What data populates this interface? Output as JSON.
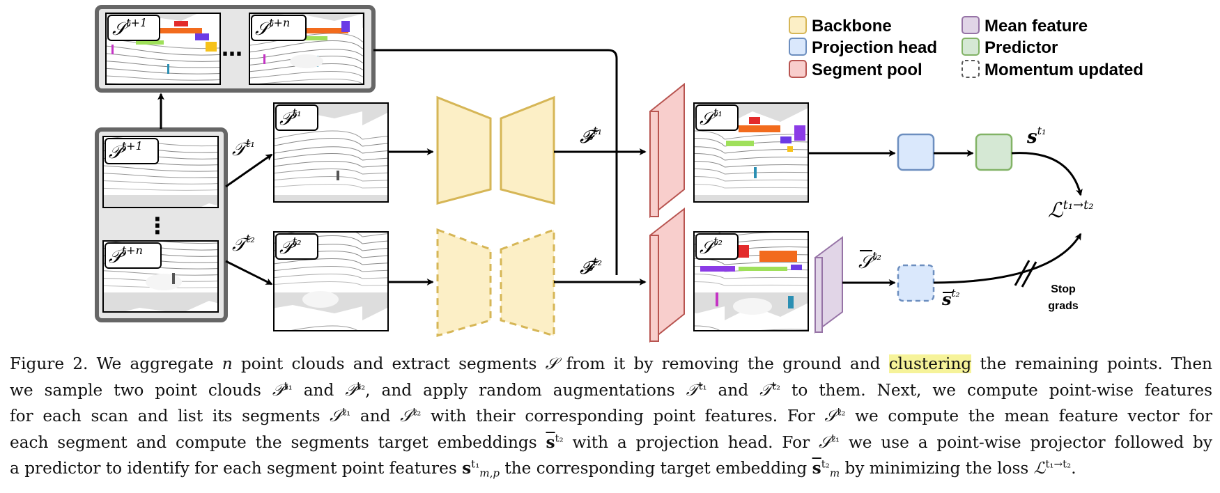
{
  "legend": {
    "backbone": "Backbone",
    "projection_head": "Projection head",
    "segment_pool": "Segment pool",
    "mean_feature": "Mean feature",
    "predictor": "Predictor",
    "momentum_updated": "Momentum updated"
  },
  "labels": {
    "S": "𝒮",
    "P": "𝒫",
    "T": "𝒯",
    "F": "𝓕",
    "L": "ℒ",
    "s_bold": "s",
    "sup_t_plus_1": "t+1",
    "sup_t_plus_n": "t+n",
    "sup_t1": "t₁",
    "sup_t2": "t₂",
    "loss_sup": "t₁→t₂",
    "dots_h": "…",
    "dots_v": "⋮",
    "stop_grads_line1": "Stop",
    "stop_grads_line2": "grads"
  },
  "caption": {
    "l1_a": "Figure 2. We aggregate ",
    "l1_n": "n",
    "l1_b": " point clouds and extract segments ",
    "l1_S": "𝒮",
    "l1_c": " from it by removing the ground and ",
    "l1_hl": "clustering",
    "l1_d": " the remaining points. Then",
    "l2_a": "we sample two point clouds ",
    "l2_b": " and ",
    "l2_c": ", and apply random augmentations ",
    "l2_d": " and ",
    "l2_e": " to them. Next, we compute point-wise features",
    "l3_a": "for each scan and list its segments ",
    "l3_b": " and ",
    "l3_c": " with their corresponding point features. For ",
    "l3_d": " we compute the mean feature vector for",
    "l4_a": "each segment and compute the segments target embeddings ",
    "l4_b": " with a projection head. For ",
    "l4_c": " we use a point-wise projector followed by",
    "l5_a": "a predictor to identify for each segment point features ",
    "l5_b": " the corresponding target embedding ",
    "l5_c": " by minimizing the loss ",
    "l5_d": "."
  },
  "colors": {
    "backbone_fill": "#fcefc6",
    "backbone_stroke": "#d6b656",
    "projection_fill": "#dae8fc",
    "projection_stroke": "#6c8ebf",
    "segment_fill": "#f8cecc",
    "segment_stroke": "#b85450",
    "mean_fill": "#e1d5e7",
    "mean_stroke": "#9673a6",
    "predictor_fill": "#d5e8d4",
    "predictor_stroke": "#82b366",
    "group_fill": "#e6e6e6",
    "group_stroke": "#666666",
    "highlight": "#f6f39a"
  }
}
